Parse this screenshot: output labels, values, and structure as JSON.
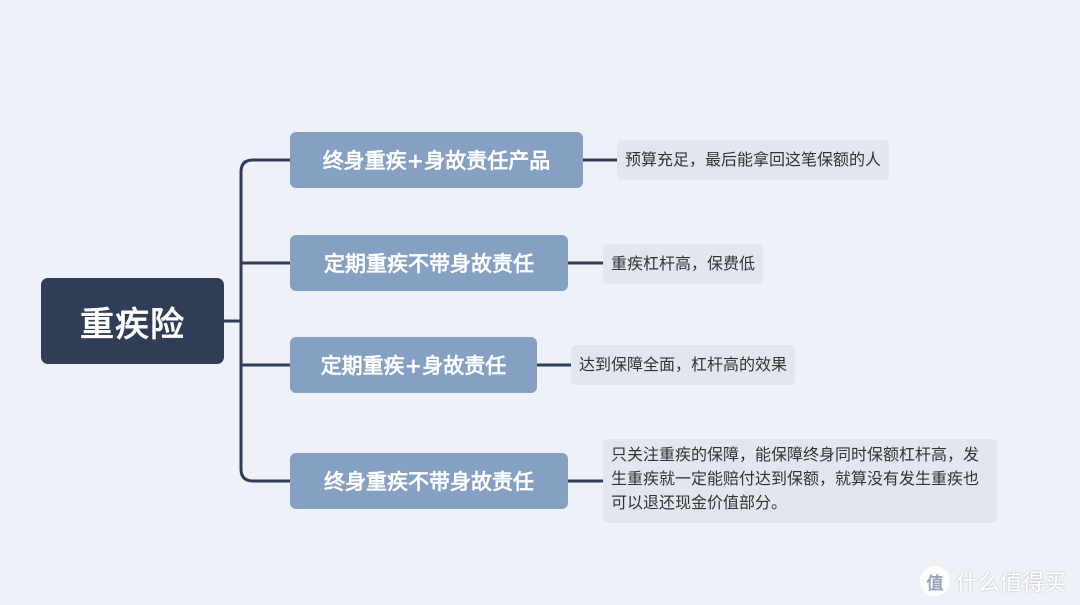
{
  "root": {
    "label": "重疾险"
  },
  "branches": [
    {
      "label": "终身重疾+身故责任产品",
      "note": "预算充足，最后能拿回这笔保额的人"
    },
    {
      "label": "定期重疾不带身故责任",
      "note": "重疾杠杆高，保费低"
    },
    {
      "label": "定期重疾+身故责任",
      "note": "达到保障全面，杠杆高的效果"
    },
    {
      "label": "终身重疾不带身故责任",
      "note": "只关注重疾的保障，能保障终身同时保额杠杆高，发生重疾就一定能赔付达到保额，就算没有发生重疾也可以退还现金价值部分。"
    }
  ],
  "watermark": {
    "icon": "值",
    "text": "什么值得买"
  },
  "colors": {
    "background": "#eef2f8",
    "root": "#2f3d57",
    "branch": "#86a0c4",
    "note": "#e2e7ef",
    "connector": "#2f3d57"
  }
}
